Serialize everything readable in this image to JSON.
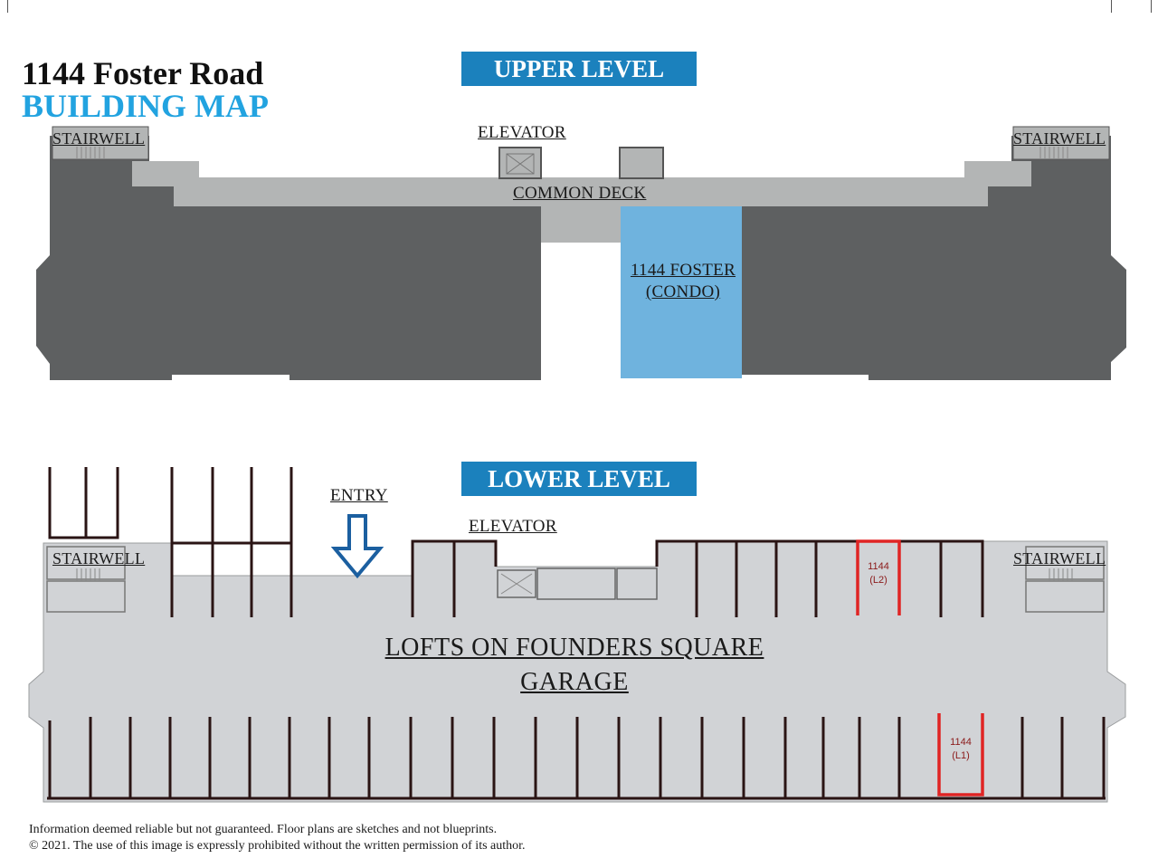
{
  "title": {
    "line1": "1144 Foster Road",
    "line2": "BUILDING MAP"
  },
  "upper_level": {
    "banner": "UPPER LEVEL",
    "stairwell_left": "STAIRWELL",
    "stairwell_right": "STAIRWELL",
    "elevator": "ELEVATOR",
    "common_deck": "COMMON DECK",
    "unit_line1": "1144 FOSTER",
    "unit_line2": "(CONDO)"
  },
  "lower_level": {
    "banner": "LOWER LEVEL",
    "entry": "ENTRY",
    "elevator": "ELEVATOR",
    "stairwell_left": "STAIRWELL",
    "stairwell_right": "STAIRWELL",
    "garage_line1": "LOFTS ON FOUNDERS SQUARE",
    "garage_line2": "GARAGE",
    "spot_l2_line1": "1144",
    "spot_l2_line2": "(L2)",
    "spot_l1_line1": "1144",
    "spot_l1_line2": "(L1)"
  },
  "footer": {
    "line1": "Information deemed reliable but not guaranteed. Floor plans are sketches and not blueprints.",
    "line2": "© 2021. The use of  this image is expressly prohibited without the written permission of its author."
  },
  "colors": {
    "building": "#5e6061",
    "deck": "#b3b5b5",
    "unit": "#6fb3de",
    "garage_floor": "#d1d3d6",
    "spot_line": "#2a1414",
    "highlight_spot": "#e02424",
    "banner": "#1b81bd",
    "title_accent": "#22a3e0"
  }
}
